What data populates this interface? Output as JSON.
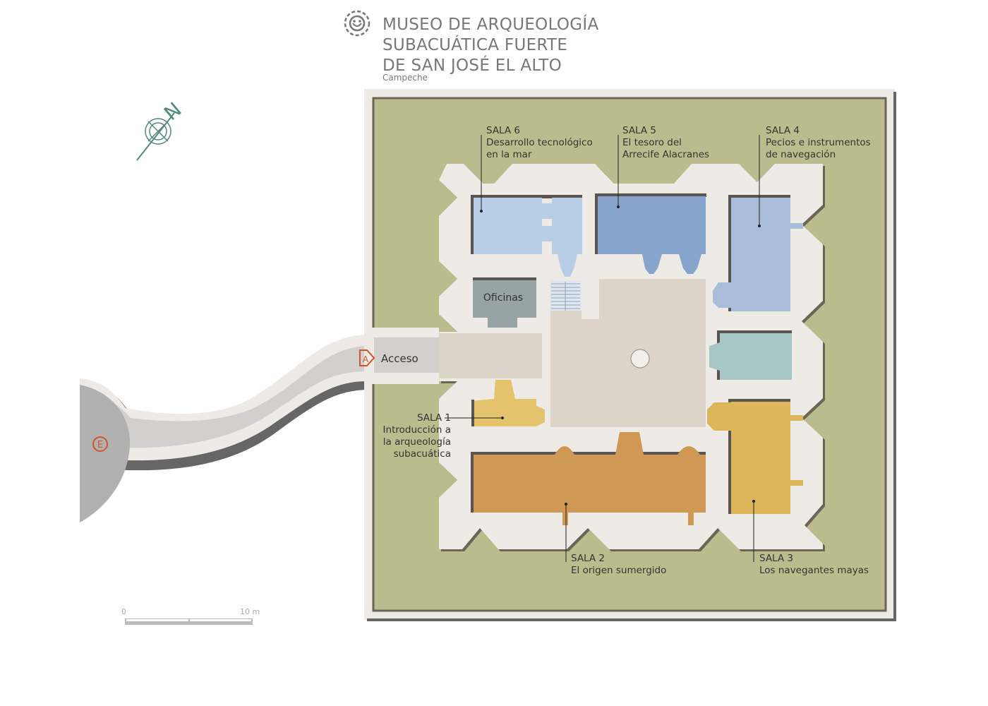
{
  "header": {
    "title_lines": [
      "MUSEO DE ARQUEOLOGÍA",
      "SUBACUÁTICA FUERTE",
      "DE SAN JOSÉ EL ALTO"
    ],
    "subtitle": "Campeche",
    "logo_icon": "mayan-glyph-logo-icon"
  },
  "compass": {
    "label": "N",
    "icon": "north-arrow-icon",
    "color": "#4f8a7c"
  },
  "scale": {
    "start_label": "0",
    "end_label": "10 m"
  },
  "entrance": {
    "marker": "A",
    "label": "Acceso",
    "marker_color": "#d2532f"
  },
  "exit_marker": {
    "marker": "E",
    "color": "#d2532f"
  },
  "rooms": {
    "offices": {
      "label": "Oficinas",
      "color": "#98a4a4"
    },
    "sala1": {
      "lines": [
        "SALA 1",
        "Introducción a",
        "la arqueología",
        "subacuática"
      ],
      "color": "#e3c36b"
    },
    "sala2": {
      "lines": [
        "SALA 2",
        "El origen sumergido"
      ],
      "color": "#cf9855"
    },
    "sala3": {
      "lines": [
        "SALA 3",
        "Los navegantes mayas"
      ],
      "color": "#ddb55b"
    },
    "sala4": {
      "lines": [
        "SALA 4",
        "Pecios e instrumentos",
        "de navegación"
      ],
      "color": "#a9bcd9"
    },
    "sala5": {
      "lines": [
        "SALA 5",
        "El tesoro del",
        "Arrecife Alacranes"
      ],
      "color": "#87a5cc"
    },
    "sala6": {
      "lines": [
        "SALA 6",
        "Desarrollo tecnológico",
        "en la mar"
      ],
      "color": "#b8cde6"
    },
    "teal_room": {
      "color": "#a7c6c6"
    }
  },
  "colors": {
    "moat_green": "#bcbb8d",
    "wall_cream": "#eeeae5",
    "courtyard": "#ddd5ca",
    "path_grey": "#d2d0cf",
    "exit_grey": "#b1b0b1"
  }
}
